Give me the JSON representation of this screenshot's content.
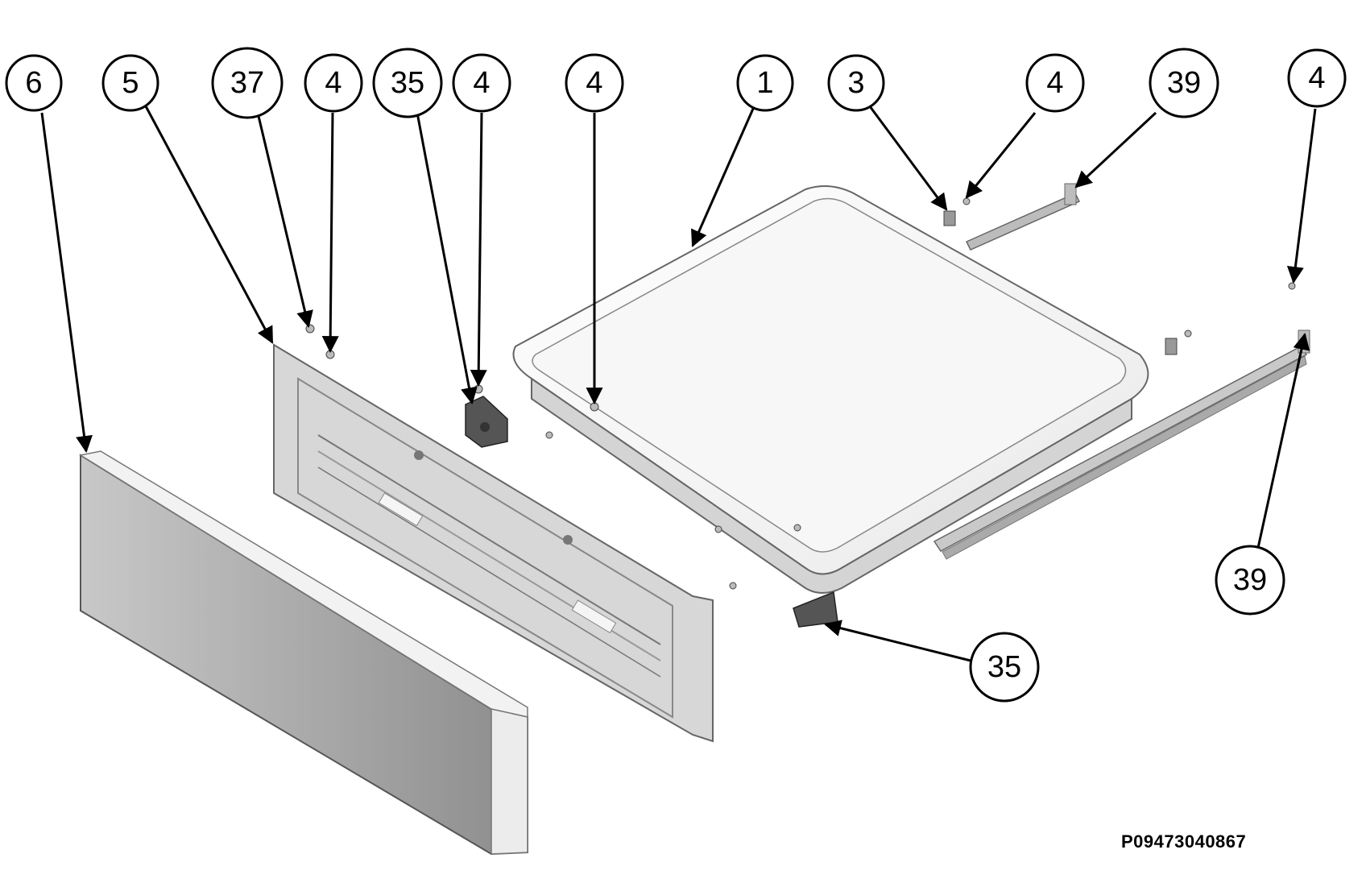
{
  "document_code": "P09473040867",
  "callouts": [
    {
      "label": "6"
    },
    {
      "label": "5"
    },
    {
      "label": "37"
    },
    {
      "label": "4"
    },
    {
      "label": "35"
    },
    {
      "label": "4"
    },
    {
      "label": "4"
    },
    {
      "label": "1"
    },
    {
      "label": "3"
    },
    {
      "label": "4"
    },
    {
      "label": "39"
    },
    {
      "label": "4"
    },
    {
      "label": "39"
    },
    {
      "label": "35"
    }
  ],
  "colors": {
    "ink": "#000000",
    "panel_light": "#e8e8e8",
    "panel_dark": "#8a8a8a",
    "pan": "#f4f4f4"
  }
}
